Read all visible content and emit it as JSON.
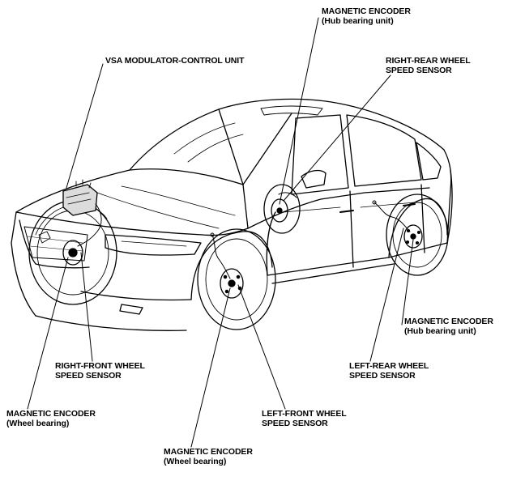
{
  "colors": {
    "ink": "#000000",
    "paper": "#ffffff",
    "shade": "#dcdcdc"
  },
  "callouts": {
    "mag_encoder_rr": {
      "line1": "MAGNETIC ENCODER",
      "line2": "(Hub bearing unit)"
    },
    "vsa_unit": {
      "line1": "VSA MODULATOR-CONTROL UNIT"
    },
    "rr_sensor": {
      "line1": "RIGHT-REAR WHEEL",
      "line2": "SPEED SENSOR"
    },
    "mag_encoder_lr": {
      "line1": "MAGNETIC ENCODER",
      "line2": "(Hub bearing unit)"
    },
    "rf_sensor": {
      "line1": "RIGHT-FRONT WHEEL",
      "line2": "SPEED SENSOR"
    },
    "lr_sensor": {
      "line1": "LEFT-REAR WHEEL",
      "line2": "SPEED SENSOR"
    },
    "mag_encoder_rf": {
      "line1": "MAGNETIC ENCODER",
      "line2": "(Wheel bearing)"
    },
    "lf_sensor": {
      "line1": "LEFT-FRONT WHEEL",
      "line2": "SPEED SENSOR"
    },
    "mag_encoder_lf": {
      "line1": "MAGNETIC ENCODER",
      "line2": "(Wheel bearing)"
    }
  }
}
